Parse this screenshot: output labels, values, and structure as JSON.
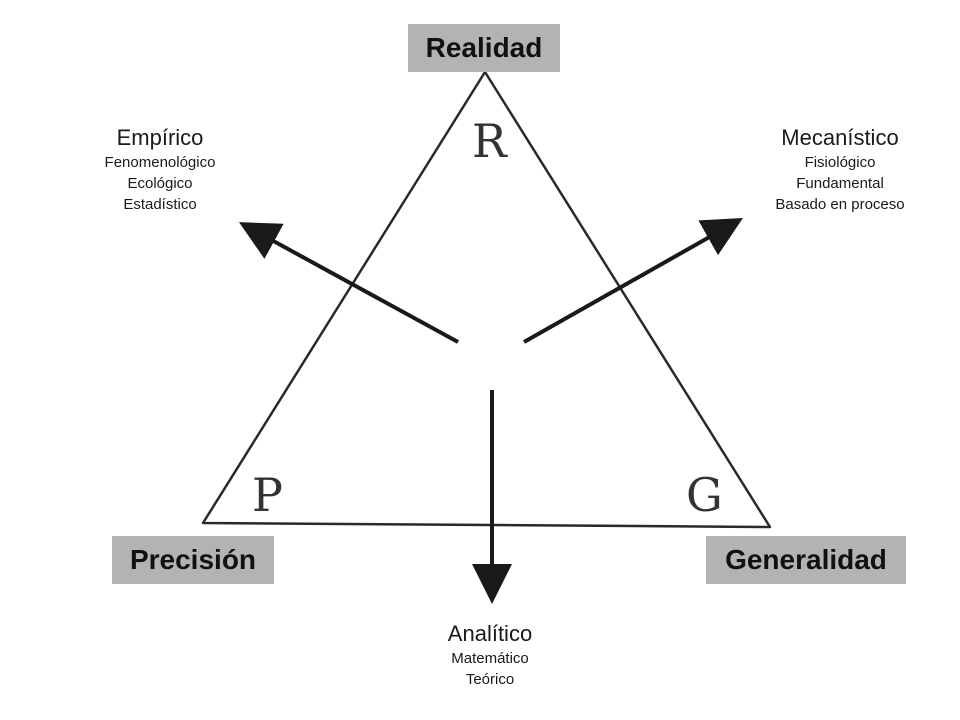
{
  "vertices": {
    "top": "Realidad",
    "left": "Precisión",
    "right": "Generalidad"
  },
  "corner_letters": {
    "top": "R",
    "left": "P",
    "right": "G"
  },
  "approaches": {
    "empirico": {
      "title": "Empírico",
      "items": [
        "Fenomenológico",
        "Ecológico",
        "Estadístico"
      ]
    },
    "mecanistico": {
      "title": "Mecanístico",
      "items": [
        "Fisiológico",
        "Fundamental",
        "Basado en proceso"
      ]
    },
    "analitico": {
      "title": "Analítico",
      "items": [
        "Matemático",
        "Teórico"
      ]
    }
  },
  "colors": {
    "label_box": "#b3b3b3",
    "lines": "#1a1a1a"
  }
}
